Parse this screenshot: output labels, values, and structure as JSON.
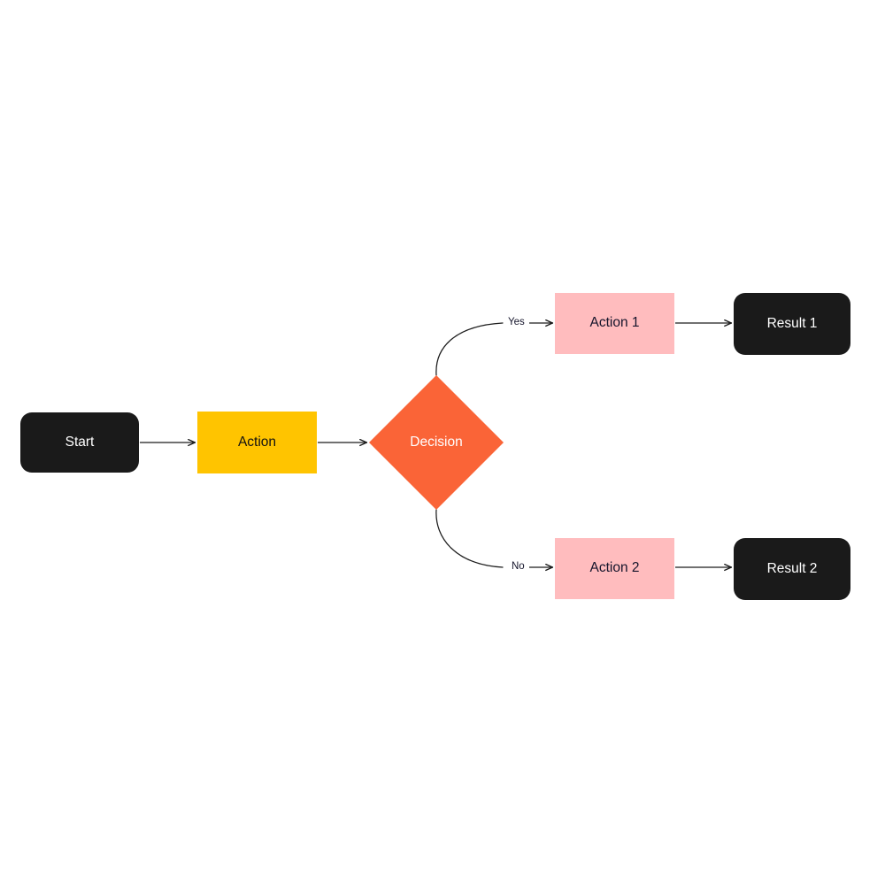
{
  "diagram": {
    "type": "flowchart",
    "title": "",
    "orientation": "left-to-right",
    "background_color": "#ffffff",
    "palette": {
      "terminator_fill": "#1a1a1a",
      "terminator_text": "#ffffff",
      "process_fill": "#ffc400",
      "process_text": "#121212",
      "branch_fill": "#ffbcbe",
      "branch_text": "#14142b",
      "decision_fill": "#fa6437",
      "decision_text": "#ffffff",
      "edge_stroke": "#1c1c1c"
    },
    "nodes": {
      "start": {
        "label": "Start",
        "shape": "rounded-rectangle"
      },
      "action": {
        "label": "Action",
        "shape": "rectangle"
      },
      "decision": {
        "label": "Decision",
        "shape": "diamond"
      },
      "action1": {
        "label": "Action 1",
        "shape": "rectangle"
      },
      "action2": {
        "label": "Action 2",
        "shape": "rectangle"
      },
      "result1": {
        "label": "Result 1",
        "shape": "rounded-rectangle"
      },
      "result2": {
        "label": "Result 2",
        "shape": "rounded-rectangle"
      }
    },
    "edges": [
      {
        "from": "start",
        "to": "action",
        "label": ""
      },
      {
        "from": "action",
        "to": "decision",
        "label": ""
      },
      {
        "from": "decision",
        "to": "action1",
        "label": "Yes"
      },
      {
        "from": "decision",
        "to": "action2",
        "label": "No"
      },
      {
        "from": "action1",
        "to": "result1",
        "label": ""
      },
      {
        "from": "action2",
        "to": "result2",
        "label": ""
      }
    ],
    "edge_labels": {
      "yes": "Yes",
      "no": "No"
    }
  }
}
